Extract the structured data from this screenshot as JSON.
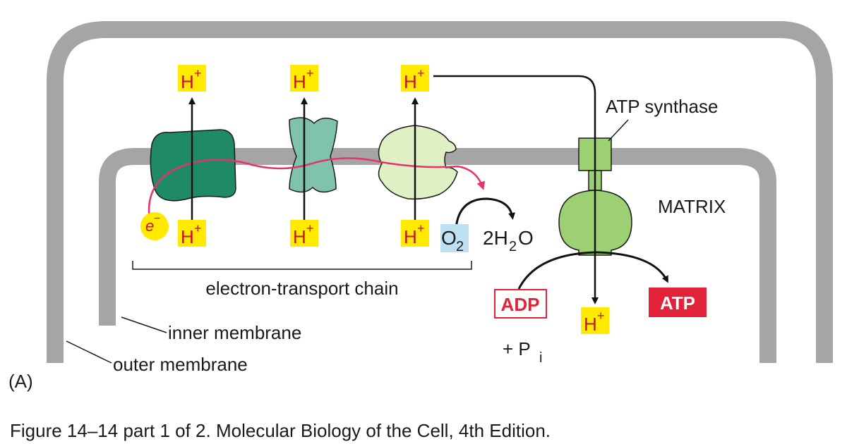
{
  "labels": {
    "atp_synthase": "ATP synthase",
    "matrix": "MATRIX",
    "etc": "electron-transport chain",
    "inner_membrane": "inner membrane",
    "outer_membrane": "outer membrane",
    "panel": "(A)",
    "electron": "e",
    "electron_sup": "−",
    "o2": "O",
    "o2_sub": "2",
    "water_a": "2H",
    "water_sub": "2",
    "water_b": "O",
    "adp": "ADP",
    "atp": "ATP",
    "pi_plus": "+ P",
    "pi_sub": "i",
    "proton": "H",
    "proton_sup": "+"
  },
  "caption": "Figure 14–14 part 1 of 2. Molecular Biology of the Cell, 4th Edition.",
  "colors": {
    "membrane": "#a4a5a4",
    "complex1": "#1f8a66",
    "complex2": "#7fc3ae",
    "complex3": "#def0c4",
    "atp_synthase": "#9cd072",
    "proton_box": "#ffea00",
    "proton_text": "#c8102e",
    "electron_path": "#e6336b",
    "electron_dot": "#ffea00",
    "o2_box": "#bfe0f0",
    "atp_fill": "#e12238",
    "adp_border": "#e12238"
  }
}
